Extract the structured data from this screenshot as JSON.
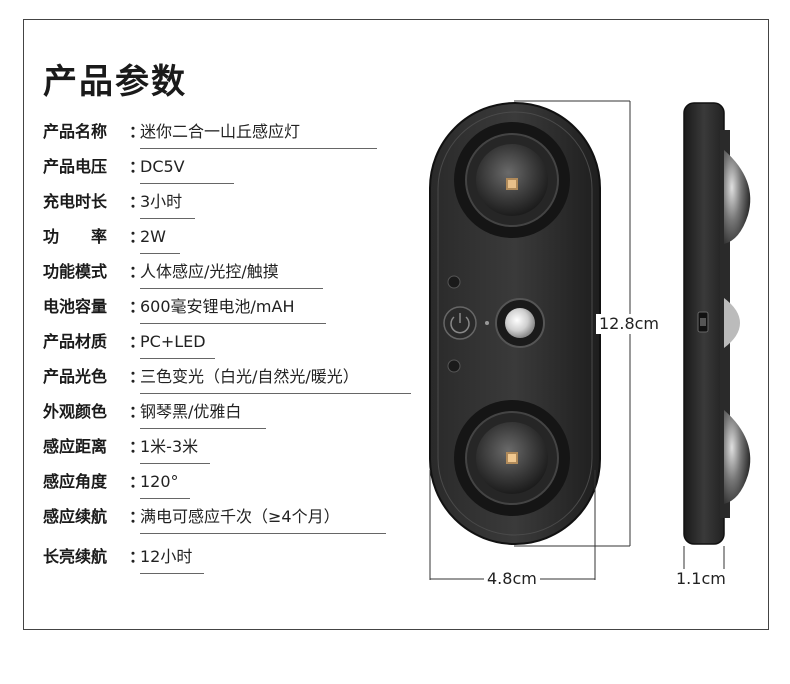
{
  "title": "产品参数",
  "specs": [
    {
      "label": "产品名称",
      "value": "迷你二合一山丘感应灯"
    },
    {
      "label": "产品电压",
      "value": "DC5V"
    },
    {
      "label": "充电时长",
      "value": "3小时"
    },
    {
      "label": "功　　率",
      "value": "2W"
    },
    {
      "label": "功能模式",
      "value": "人体感应/光控/触摸"
    },
    {
      "label": "电池容量",
      "value": "600毫安锂电池/mAH"
    },
    {
      "label": "产品材质",
      "value": "PC+LED"
    },
    {
      "label": "产品光色",
      "value": "三色变光（白光/自然光/暖光）"
    },
    {
      "label": "外观颜色",
      "value": "钢琴黑/优雅白"
    },
    {
      "label": "感应距离",
      "value": "1米-3米"
    },
    {
      "label": "感应角度",
      "value": "120°"
    },
    {
      "label": "感应续航",
      "value": "满电可感应千次（≥4个月）"
    },
    {
      "label": "长亮续航",
      "value": "12小时"
    }
  ],
  "colon": "：",
  "dimensions": {
    "height": "12.8cm",
    "width": "4.8cm",
    "depth": "1.1cm"
  }
}
